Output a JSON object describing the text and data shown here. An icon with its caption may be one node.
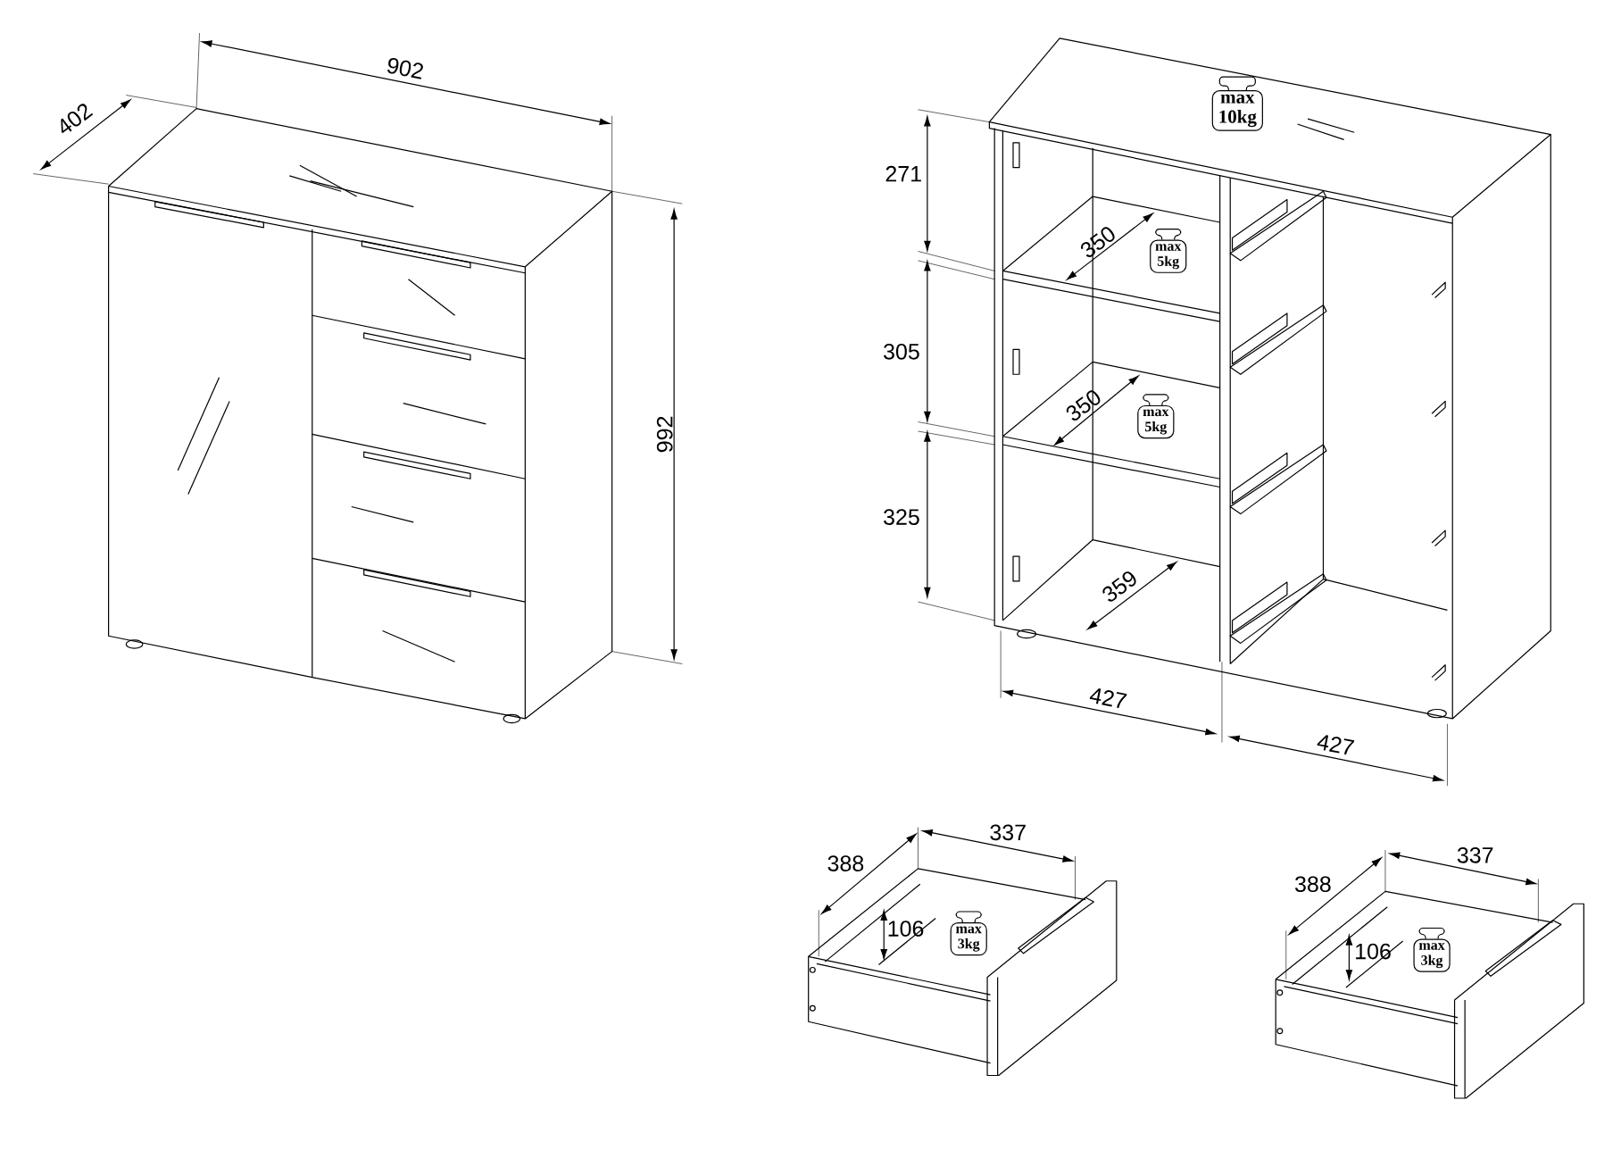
{
  "diagram": {
    "nodes": [
      {
        "text": [
          "max 10kg"
        ]
      },
      {
        "text": [
          "max 5kg"
        ]
      },
      {
        "text": [
          "max 5kg"
        ]
      },
      {
        "text": [
          "max 3kg"
        ]
      },
      {
        "text": [
          "max 3kg"
        ]
      }
    ],
    "labels": [
      "902",
      "402",
      "992",
      "271",
      "305",
      "325",
      "350",
      "350",
      "359",
      "427",
      "427",
      "337",
      "388",
      "106",
      "337",
      "388",
      "106"
    ]
  }
}
